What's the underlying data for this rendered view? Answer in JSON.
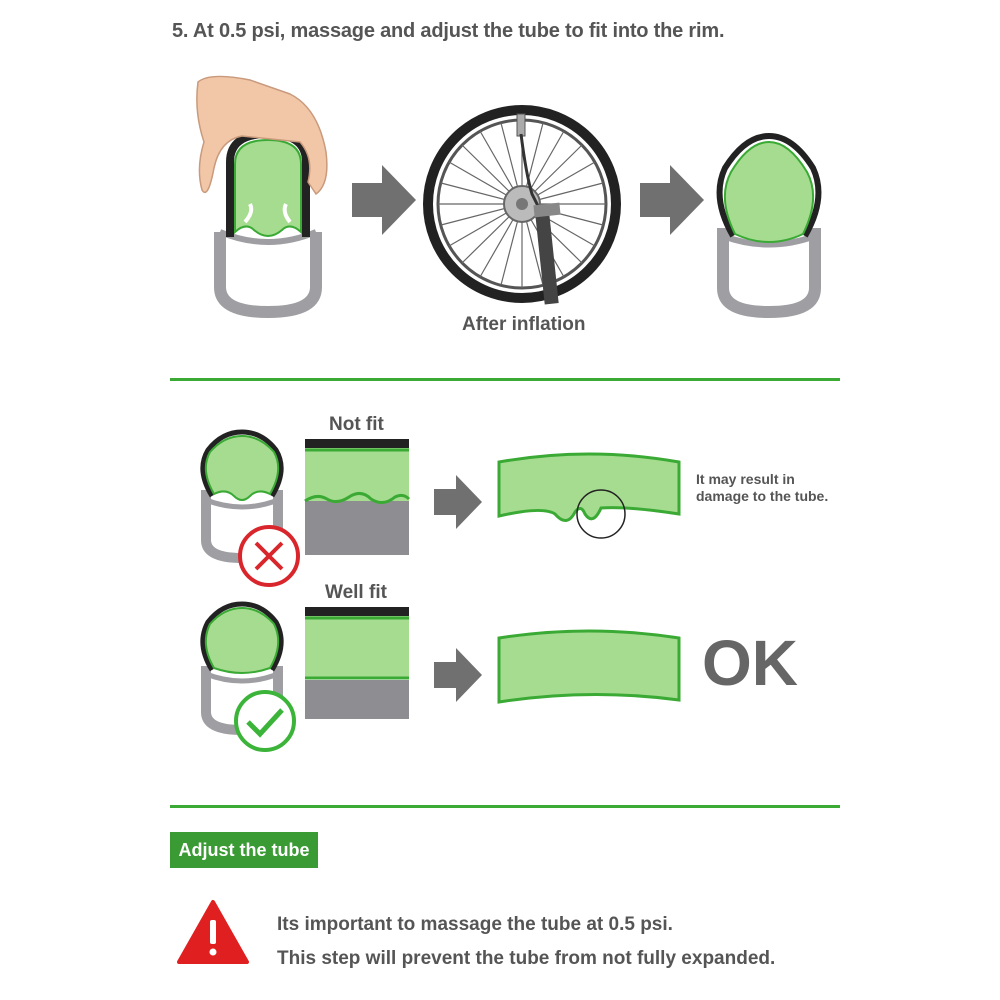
{
  "heading": "5. At 0.5 psi, massage and adjust the tube to fit into the rim.",
  "inflation_caption": "After inflation",
  "not_fit": {
    "label": "Not fit",
    "warning_line1": "It may result in",
    "warning_line2": "damage to the tube."
  },
  "well_fit": {
    "label": "Well fit",
    "result": "OK"
  },
  "badge": "Adjust the tube",
  "notes": [
    "Its important to massage the tube at 0.5 psi.",
    "This step will prevent the tube from not fully expanded."
  ],
  "colors": {
    "tube_green": "#a6dc90",
    "outline_green": "#3aaa35",
    "rim_gray": "#9e9ea3",
    "arrow_gray": "#707070",
    "error_red": "#d9262c",
    "ok_green": "#3cb43a",
    "warning_red": "#e02020"
  }
}
